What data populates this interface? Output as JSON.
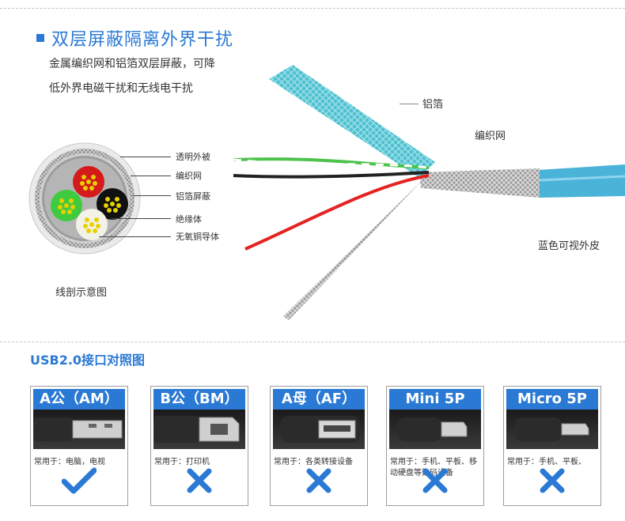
{
  "header": {
    "title": "双层屏蔽隔离外界干扰",
    "desc_line1": "金属编织网和铝箔双层屏蔽，可降",
    "desc_line2": "低外界电磁干扰和无线电干扰"
  },
  "cross_section": {
    "labels": [
      "透明外被",
      "编织网",
      "铝箔屏蔽",
      "绝缘体",
      "无氧铜导体"
    ],
    "caption": "线剖示意图"
  },
  "cable": {
    "label_foil": "铝箔",
    "label_braid": "编织网",
    "label_jacket": "蓝色可视外皮"
  },
  "usb": {
    "title": "USB2.0接口对照图",
    "cards": [
      {
        "name": "A公（AM）",
        "use": "常用于：电脑，电视",
        "ok": true
      },
      {
        "name": "B公（BM）",
        "use": "常用于：打印机",
        "ok": false
      },
      {
        "name": "A母（AF）",
        "use": "常用于：各类转接设备",
        "ok": false
      },
      {
        "name": "Mini  5P",
        "use": "常用于：手机、平板、移动硬盘等数码设备",
        "ok": false
      },
      {
        "name": "Micro 5P",
        "use": "常用于：手机、平板、",
        "ok": false
      }
    ]
  },
  "colors": {
    "accent": "#2a79d4",
    "jacket": "#4ab3d8",
    "wire_red": "#e52222",
    "wire_black": "#222222",
    "wire_green": "#4cc34c"
  }
}
